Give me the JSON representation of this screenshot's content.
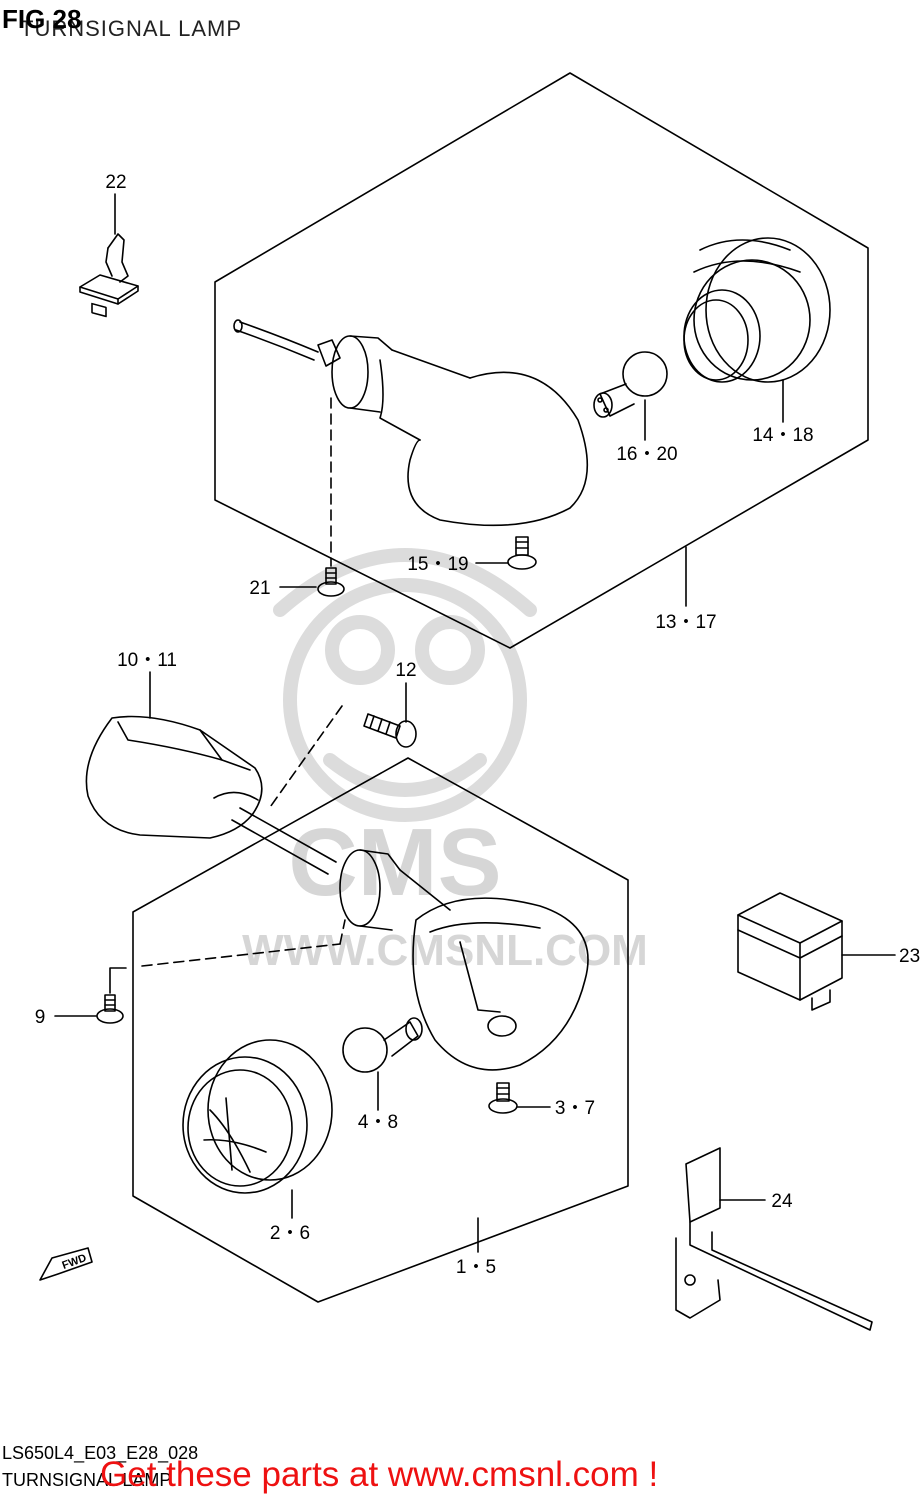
{
  "figure": {
    "title": "FIG 28",
    "subtitle": "TURNSIGNAL LAMP"
  },
  "part_labels": {
    "l22": "22",
    "l16_20": "16・20",
    "l14_18": "14・18",
    "l15_19": "15・19",
    "l21": "21",
    "l13_17": "13・17",
    "l10_11": "10・11",
    "l12": "12",
    "l23": "23",
    "l9": "9",
    "l4_8": "4・8",
    "l3_7": "3・7",
    "l2_6": "2・6",
    "l1_5": "1・5",
    "l24": "24"
  },
  "fwd_label": "FWD",
  "watermark": {
    "brand": "CMS",
    "url": "WWW.CMSNL.COM"
  },
  "footer": {
    "code": "LS650L4_E03_E28_028",
    "name": "TURNSIGNAL LAMP",
    "promo": "Get these parts at www.cmsnl.com !"
  },
  "colors": {
    "line": "#000000",
    "watermark": "#d6d6d6",
    "promo": "#ee1111"
  }
}
